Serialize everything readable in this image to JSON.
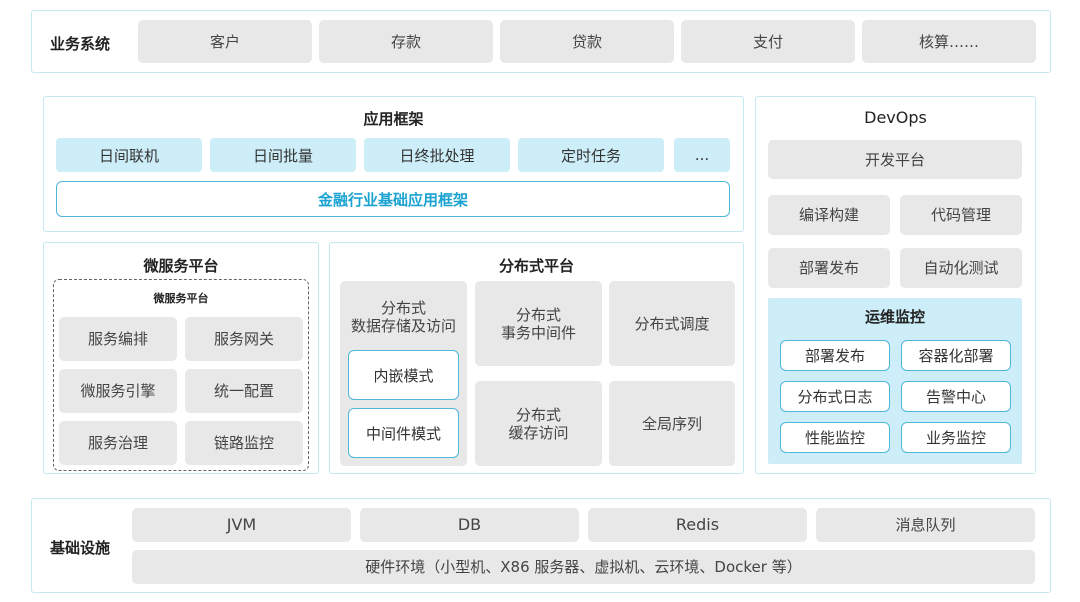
{
  "business": {
    "label": "业务系统",
    "items": [
      "客户",
      "存款",
      "贷款",
      "支付",
      "核算……"
    ]
  },
  "app_framework": {
    "title": "应用框架",
    "items": [
      "日间联机",
      "日间批量",
      "日终批处理",
      "定时任务",
      "..."
    ],
    "base": "金融行业基础应用框架"
  },
  "devops": {
    "title": "DevOps",
    "dev_platform": "开发平台",
    "items": [
      "编译构建",
      "代码管理",
      "部署发布",
      "自动化测试"
    ],
    "ops": {
      "title": "运维监控",
      "items": [
        "部署发布",
        "容器化部署",
        "分布式日志",
        "告警中心",
        "性能监控",
        "业务监控"
      ]
    }
  },
  "microservice": {
    "title": "微服务平台",
    "inner_title": "微服务平台",
    "items": [
      "服务编排",
      "服务网关",
      "微服务引擎",
      "统一配置",
      "服务治理",
      "链路监控"
    ]
  },
  "distributed": {
    "title": "分布式平台",
    "storage": {
      "line1": "分布式",
      "line2": "数据存储及访问",
      "modes": [
        "内嵌模式",
        "中间件模式"
      ]
    },
    "tx": {
      "line1": "分布式",
      "line2": "事务中间件"
    },
    "sched": "分布式调度",
    "cache": {
      "line1": "分布式",
      "line2": "缓存访问"
    },
    "seq": "全局序列"
  },
  "infra": {
    "label": "基础设施",
    "items": [
      "JVM",
      "DB",
      "Redis",
      "消息队列"
    ],
    "hardware": "硬件环境（小型机、X86 服务器、虚拟机、云环境、Docker 等）"
  }
}
